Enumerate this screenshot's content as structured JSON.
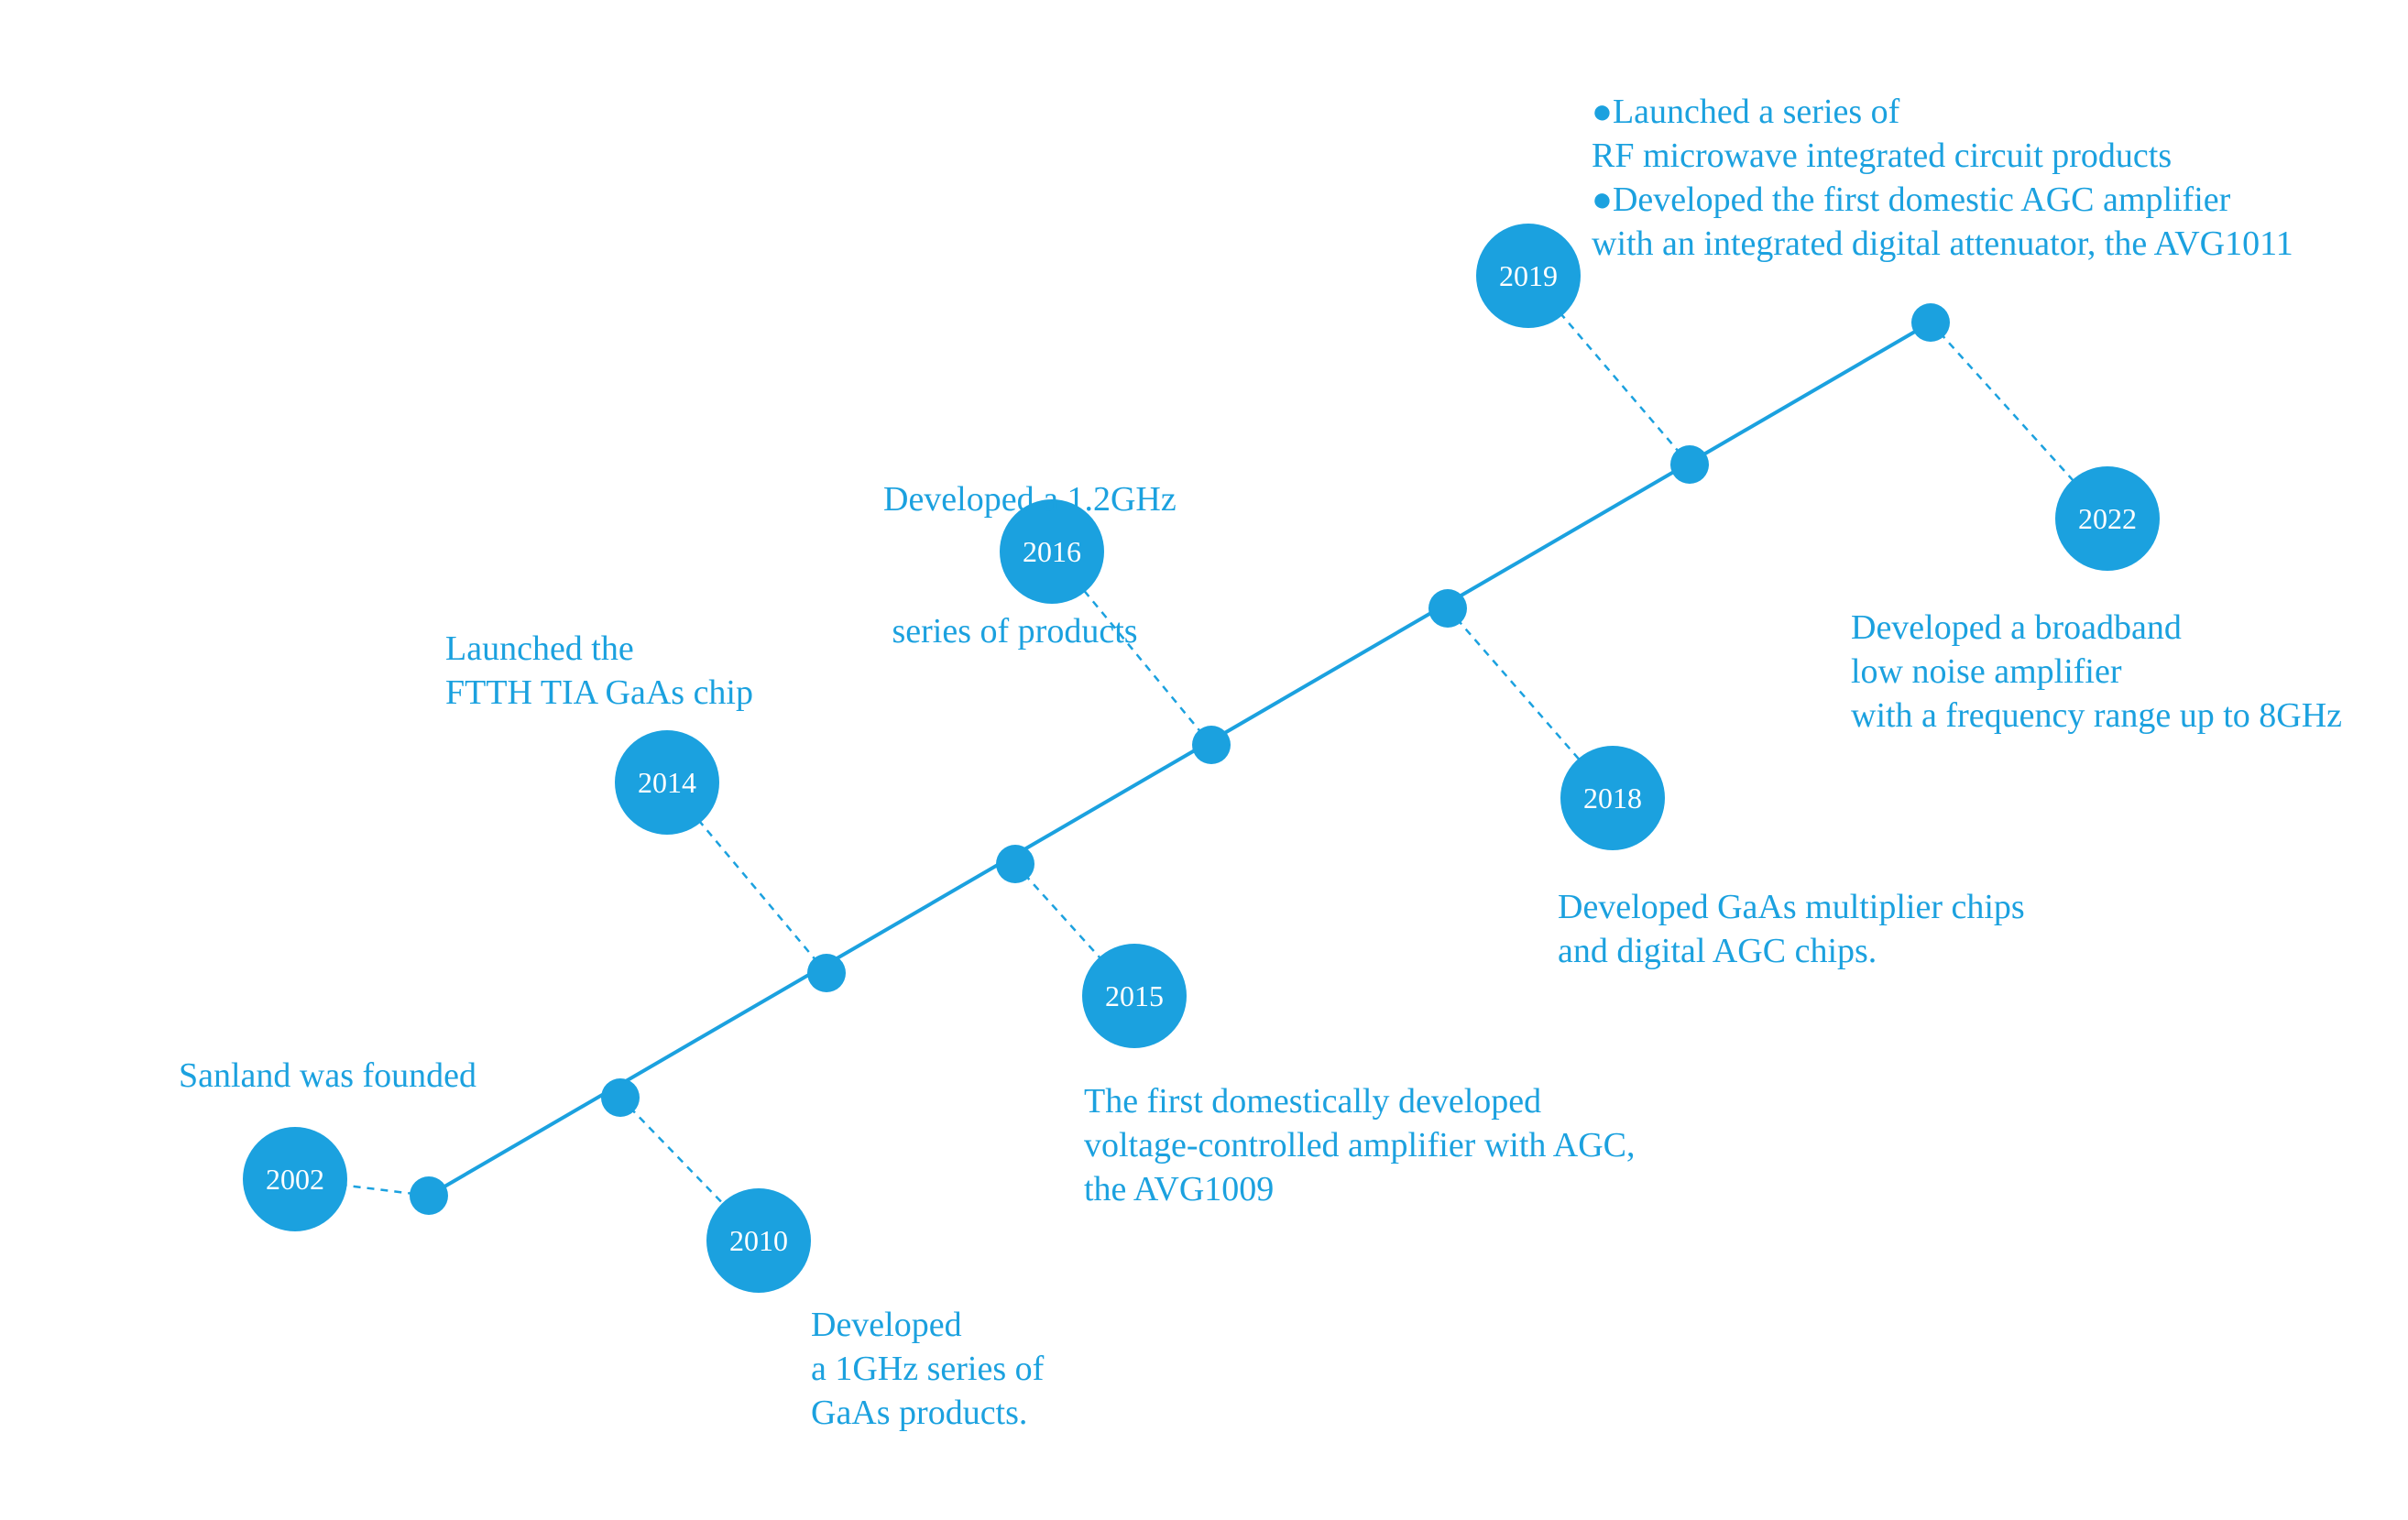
{
  "colors": {
    "accent": "#1ba1df",
    "background": "#ffffff",
    "year_text": "#ffffff"
  },
  "milestones": [
    {
      "year": "2002",
      "lines": [
        "Sanland was founded"
      ]
    },
    {
      "year": "2010",
      "lines": [
        "Developed",
        "a 1GHz series of",
        "GaAs products."
      ]
    },
    {
      "year": "2014",
      "lines": [
        "Launched the",
        "FTTH TIA GaAs chip"
      ]
    },
    {
      "year": "2015",
      "lines": [
        "The first domestically developed",
        "voltage-controlled amplifier with AGC,",
        "the AVG1009"
      ]
    },
    {
      "year": "2016",
      "lines": [
        "Developed a 1.2GHz",
        " series of products"
      ]
    },
    {
      "year": "2018",
      "lines": [
        "Developed GaAs multiplier chips",
        "and digital AGC chips."
      ]
    },
    {
      "year": "2019",
      "lines": [
        "●Launched a series of",
        "RF microwave integrated circuit products",
        "●Developed the first domestic AGC amplifier",
        "with an integrated digital attenuator, the AVG1011"
      ]
    },
    {
      "year": "2022",
      "lines": [
        "Developed a broadband",
        "low noise amplifier",
        "with a frequency range up to 8GHz"
      ]
    }
  ]
}
